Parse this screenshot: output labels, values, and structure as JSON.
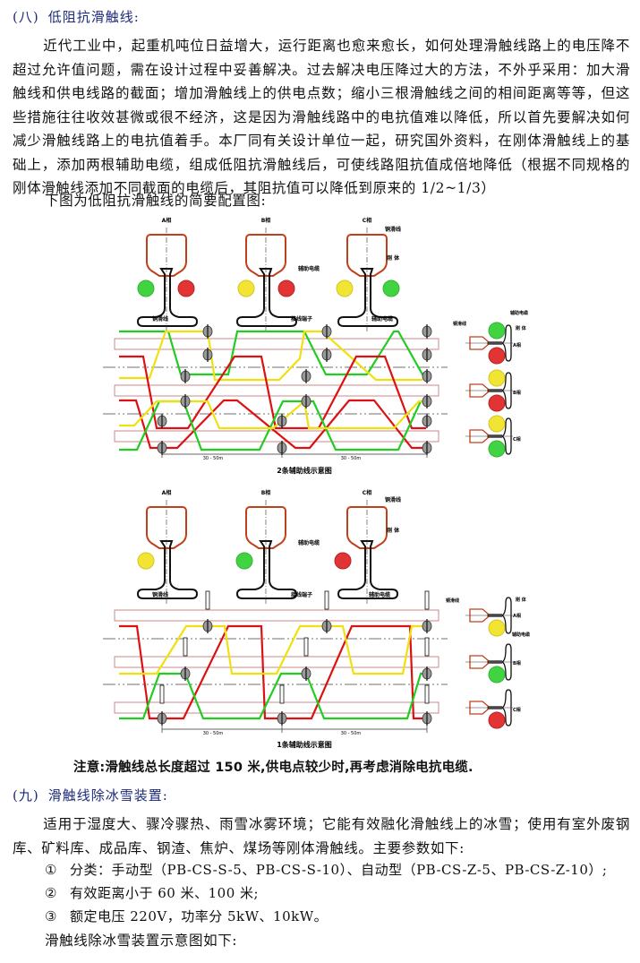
{
  "section8": {
    "number": "(八)",
    "title": "低阻抗滑触线:",
    "paragraph": "近代工业中，起重机吨位日益增大，运行距离也愈来愈长，如何处理滑触线路上的电压降不超过允许值问题，需在设计过程中妥善解决。过去解决电压降过大的方法，不外乎采用：加大滑触线和供电线路的截面；增加滑触线上的供电点数；缩小三根滑触线之间的相间距离等等，但这些措施往往收效甚微或很不经济，这是因为滑触线路中的电抗值难以降低，所以首先要解决如何减少滑触线路上的电抗值着手。本厂同有关设计单位一起，研究国外资料，在刚体滑触线上的基础上，添加两根辅助电缆，组成低阻抗滑触线后，可使线路阻抗值成倍地降低（根据不同规格的刚体滑触线添加不同截面的电缆后，其阻抗值可以降低到原来的 1/2~1/3）",
    "figure_intro": "下图为低阻抗滑触线的简要配置图:"
  },
  "diagram1": {
    "phase_labels": [
      "A相",
      "B相",
      "C相"
    ],
    "labels": {
      "copper_line": "铜滑线",
      "rigid_body": "刚  体",
      "aux_cable": "辅助电缆",
      "terminal": "接线端子"
    },
    "span_labels": [
      "30 - 50m",
      "30 - 50m"
    ],
    "caption": "2条辅助线示意图",
    "colors": {
      "green": "#22cc22",
      "red": "#dd1111",
      "yellow": "#f0e010",
      "copper": "#c0401a"
    }
  },
  "diagram2": {
    "phase_labels": [
      "A相",
      "B相",
      "C相"
    ],
    "labels": {
      "copper_line": "铜滑线",
      "rigid_body": "刚  体",
      "aux_cable": "辅助电缆",
      "terminal": "接线端子"
    },
    "span_labels": [
      "30 - 50m",
      "30 - 50m"
    ],
    "caption": "1条辅助线示意图"
  },
  "note": "注意:滑触线总长度超过 150 米,供电点较少时,再考虑消除电抗电缆.",
  "section9": {
    "number": "(九)",
    "title": "滑触线除冰雪装置:",
    "paragraph": "适用于湿度大、骤冷骤热、雨雪冰雾环境；它能有效融化滑触线上的冰雪；使用有室外废钢库、矿料库、成品库、钢渣、焦炉、煤场等刚体滑触线。主要参数如下:",
    "items": [
      {
        "marker": "①",
        "text": "分类：手动型（PB-CS-S-5、PB-CS-S-10）、自动型（PB-CS-Z-5、PB-CS-Z-10）;"
      },
      {
        "marker": "②",
        "text": "有效距离小于 60 米、100 米;"
      },
      {
        "marker": "③",
        "text": "额定电压 220V，功率分 5kW、10kW。"
      }
    ],
    "figure_intro": "滑触线除冰雪装置示意图如下:"
  }
}
